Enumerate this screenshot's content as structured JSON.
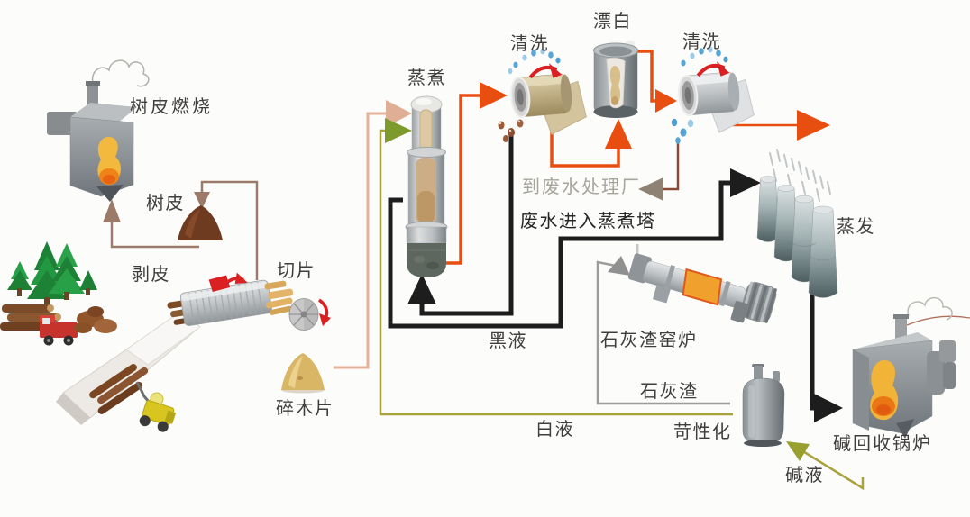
{
  "diagram": {
    "labels": {
      "bark_burning": "树皮燃烧",
      "bark": "树皮",
      "debarking": "剥皮",
      "chipping": "切片",
      "wood_chips": "碎木片",
      "cooking": "蒸煮",
      "washing_1": "清洗",
      "bleaching": "漂白",
      "washing_2": "清洗",
      "to_wastewater_plant": "到废水处理厂",
      "wastewater_to_digester": "废水进入蒸煮塔",
      "black_liquor": "黑液",
      "lime_kiln": "石灰渣窑炉",
      "lime_mud": "石灰渣",
      "white_liquor": "白液",
      "causticizing": "苛性化",
      "evaporation": "蒸发",
      "recovery_boiler": "碱回收锅炉",
      "green_liquor": "碱液"
    },
    "colors": {
      "pulp_flow_orange": "#e84e10",
      "chips_flow_salmon": "#e3b29a",
      "white_liquor_olive": "#a9a23b",
      "white_liquor_arrow_green": "#7d9a2d",
      "bark_flow_brown": "#9b7a6a",
      "wastewater_brown": "#8a4a38",
      "lime_flow_gray": "#9c9c9c",
      "black_liquor_line": "#1d1d1d",
      "rotation_arrow_red": "#da2020",
      "water_drop_blue": "#58a6d6",
      "label_text": "#3f3e3c",
      "muted_label_text": "#a7a49b"
    }
  }
}
